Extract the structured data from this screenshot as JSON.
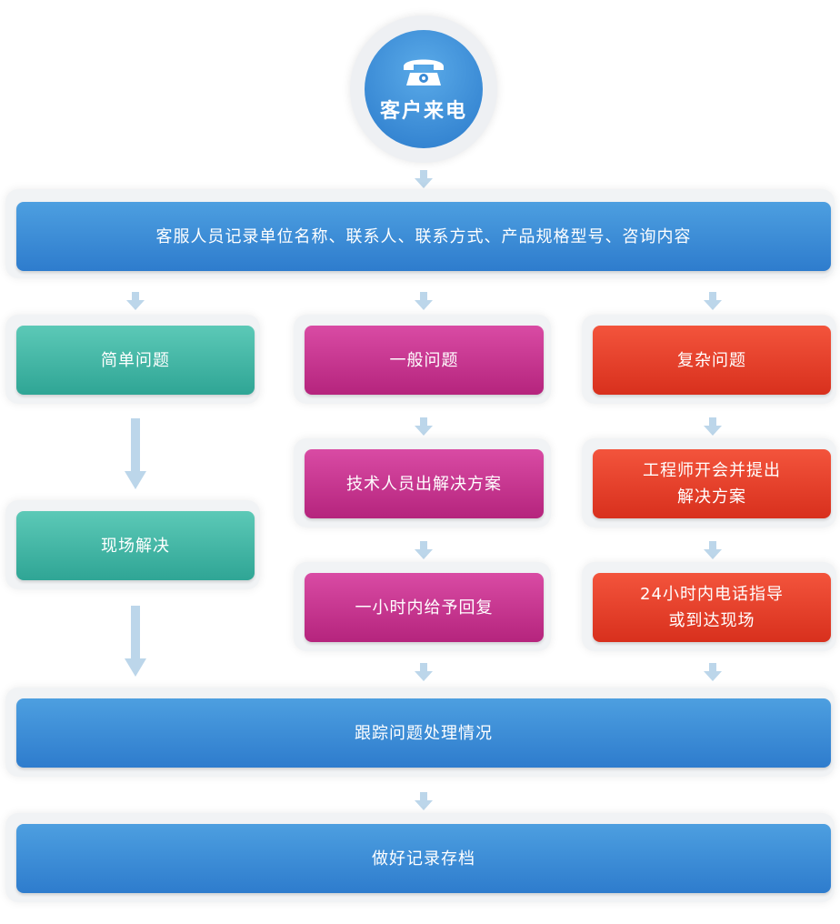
{
  "start": {
    "label": "客户来电",
    "icon": "telephone-icon"
  },
  "record_step": {
    "label": "客服人员记录单位名称、联系人、联系方式、产品规格型号、咨询内容"
  },
  "branches": {
    "simple": {
      "title": "简单问题",
      "steps": [
        "现场解决"
      ]
    },
    "general": {
      "title": "一般问题",
      "steps": [
        "技术人员出解决方案",
        "一小时内给予回复"
      ]
    },
    "complex": {
      "title": "复杂问题",
      "steps": [
        "工程师开会并提出\n解决方案",
        "24小时内电话指导\n或到达现场"
      ]
    }
  },
  "track_step": {
    "label": "跟踪问题处理情况"
  },
  "archive_step": {
    "label": "做好记录存档"
  },
  "colors": {
    "blue": "#3a8bd6",
    "teal": "#3fb5a4",
    "magenta": "#c4318e",
    "red": "#e43f2a",
    "arrow": "#bcd6ea"
  }
}
